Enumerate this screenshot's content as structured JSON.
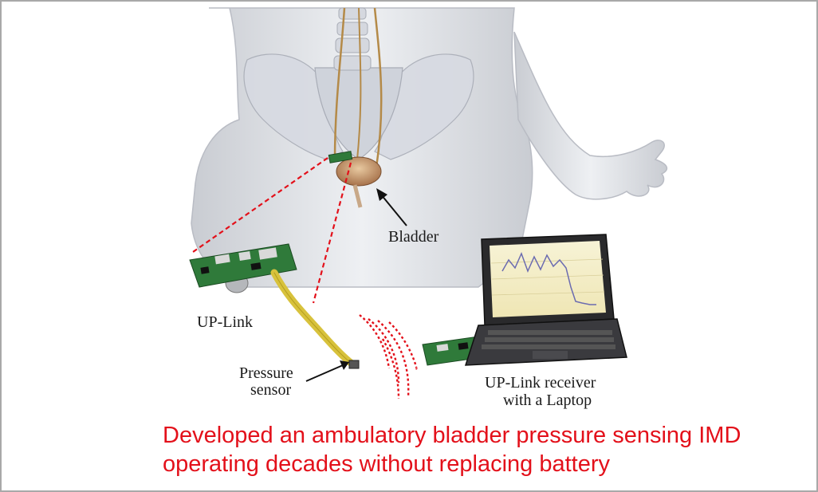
{
  "labels": {
    "bladder": "Bladder",
    "uplink": "UP-Link",
    "pressure_sensor_line1": "Pressure",
    "pressure_sensor_line2": "sensor",
    "receiver_line1": "UP-Link receiver",
    "receiver_line2": "with a Laptop"
  },
  "caption": {
    "line1": "Developed an ambulatory bladder pressure sensing IMD",
    "line2": "operating decades without replacing battery"
  },
  "colors": {
    "caption": "#e3101a",
    "dashed_lines": "#e3101a",
    "pcb": "#2f7a3a",
    "flex_cable": "#d8c23c",
    "frame": "#a9a9a9"
  }
}
